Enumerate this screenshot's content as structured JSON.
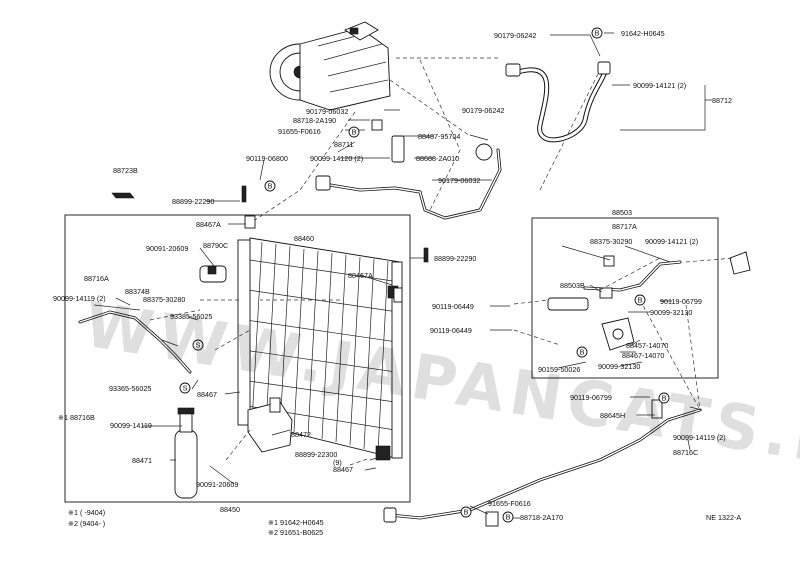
{
  "watermark": "WWW.JAPANCATS.RU",
  "figure_code": "NE 1322-A",
  "footnotes": {
    "note1": "※1 (      -9404)",
    "note2": "※2 (9404-        )"
  },
  "bottom_notes": {
    "note1": "※1 91642-H0645",
    "note2": "※2 91651-B0625"
  },
  "labels": {
    "l_90179_06242_top": "90179-06242",
    "l_91642_h0645": "91642-H0645",
    "l_90099_14121_top": "90099-14121 (2)",
    "l_88712": "88712",
    "l_90179_06032_a": "90179-06032",
    "l_88718_2a190": "88718-2A190",
    "l_91655_f0616_top": "91655-F0616",
    "l_90179_06242_mid": "90179-06242",
    "l_88487_95704": "88487-95704",
    "l_88711": "88711",
    "l_90119_06800": "90119-06800",
    "l_90099_14120": "90099-14120 (2)",
    "l_88688_2a010": "88688-2A010",
    "l_90179_06032_b": "90179-06032",
    "l_88723b": "88723B",
    "l_88899_22290_top": "88899-22290",
    "l_88467a_a": "88467A",
    "l_88460": "88460",
    "l_88899_22290_right": "88899-22290",
    "l_90091_20609_a": "90091-20609",
    "l_88790c": "88790C",
    "l_88467a_b": "88467A",
    "l_88716a": "88716A",
    "l_88374b": "88374B",
    "l_90099_14119_a": "90099-14119 (2)",
    "l_88375_30280": "88375-30280",
    "l_93385_56025": "93385-56025",
    "l_93365_56025": "93365-56025",
    "l_88467_a": "88467",
    "l_88716b": "※1 88716B",
    "l_90099_14119_b": "90099-14119",
    "l_88472": "88472",
    "l_88471": "88471",
    "l_88899_22300": "88899-22300",
    "l_9": "(9)",
    "l_88467_b": "88467",
    "l_90091_20609_b": "90091-20609",
    "l_88450": "88450",
    "l_88503": "88503",
    "l_88717a": "88717A",
    "l_88375_30290": "88375-30290",
    "l_90099_14121_box": "90099-14121 (2)",
    "l_88503b": "88503B",
    "l_90119_06449_a": "90119-06449",
    "l_90119_06799_a": "90119-06799",
    "l_90099_32130_a": "90099-32130",
    "l_90119_06449_b": "90119-06449",
    "l_88457_14070": "88457-14070",
    "l_88467_14070": "88467-14070",
    "l_90159_50026": "90159-50026",
    "l_90099_32130_b": "90099-32130",
    "l_90119_06799_b": "90119-06799",
    "l_88645h": "88645H",
    "l_90099_14119_c": "90099-14119 (2)",
    "l_88716c": "88716C",
    "l_91655_f0616_bot": "91655-F0616",
    "l_88718_2a170": "88718-2A170"
  },
  "marker_letters": {
    "b": "B",
    "s": "S"
  }
}
